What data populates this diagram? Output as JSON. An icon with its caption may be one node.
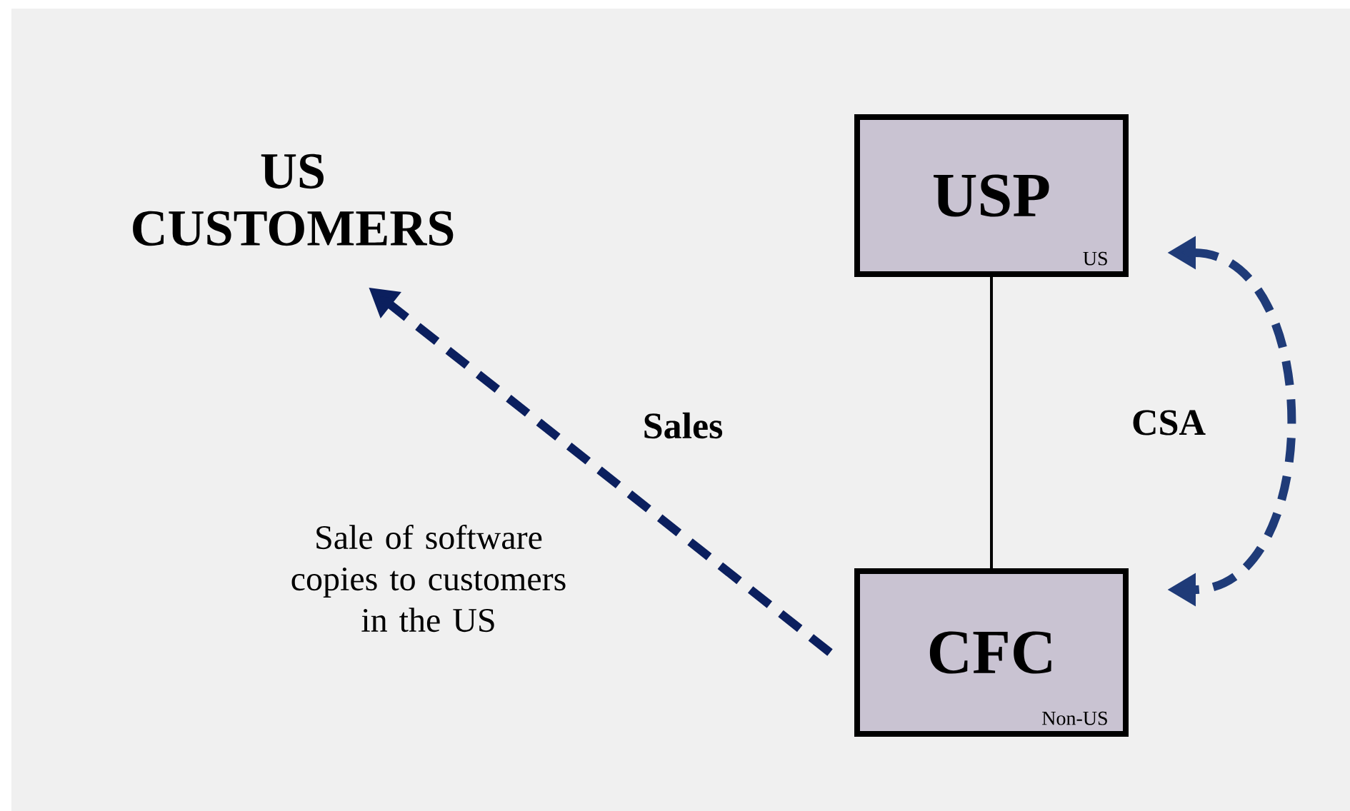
{
  "diagram": {
    "nodes": [
      {
        "text": [
          "US CUSTOMERS"
        ]
      },
      {
        "text": [
          "USP",
          "US"
        ]
      },
      {
        "text": [
          "CFC",
          "Non-US"
        ]
      }
    ],
    "edges": [
      {
        "from": 2,
        "to": 0,
        "arrow": "to",
        "label": "Sales",
        "style": "dashed",
        "color": "#0b1f5e"
      },
      {
        "from": 1,
        "to": 2,
        "arrow": "none",
        "color": "#000000"
      },
      {
        "from": 1,
        "to": 2,
        "arrow": "both",
        "label": "CSA",
        "style": "dashed",
        "color": "#1f3b78"
      }
    ],
    "labels": [
      "Sale of software copies to customers in the US"
    ]
  }
}
